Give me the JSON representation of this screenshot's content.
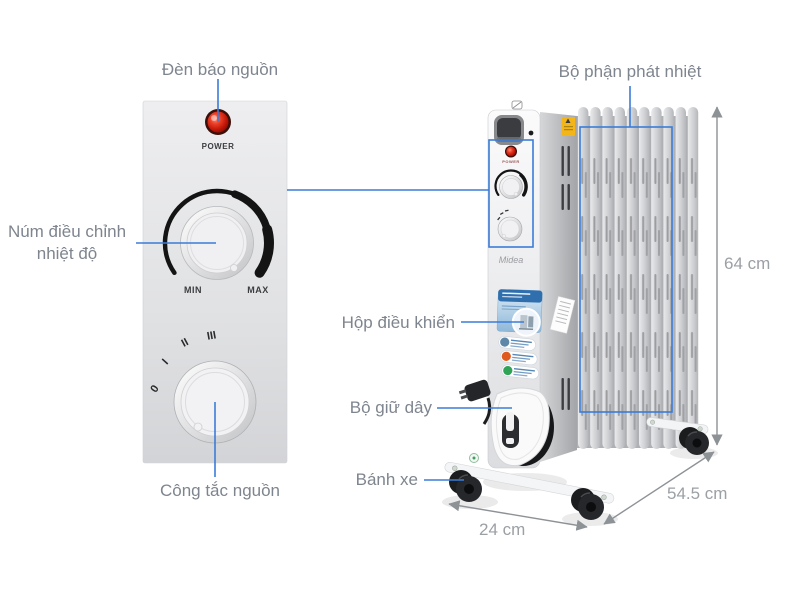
{
  "callouts": {
    "power_light_label": "Đèn báo nguồn",
    "heating_fins_label": "Bộ phận phát nhiệt",
    "thermostat_label_line1": "Núm điều chỉnh",
    "thermostat_label_line2": "nhiệt độ",
    "power_switch_label": "Công tắc nguồn",
    "control_box_label": "Hộp điều khiển",
    "cord_holder_label": "Bộ giữ dây",
    "wheel_label": "Bánh xe"
  },
  "dimensions": {
    "height": "64 cm",
    "diagonal_depth": "54.5 cm",
    "width": "24 cm"
  },
  "control_panel": {
    "power_indicator_text": "POWER",
    "thermostat_min": "MIN",
    "thermostat_max": "MAX",
    "switch_positions": [
      "0",
      "I",
      "II",
      "III"
    ]
  },
  "product": {
    "brand": "Midea"
  },
  "colors": {
    "callout_line": "#3b7cd8",
    "label_text": "#7e858e",
    "dimension_text": "#9ba0a5",
    "dimension_line": "#8d9296",
    "indicator_red": "#d42313",
    "panel_gray": "#e4e5e7"
  }
}
